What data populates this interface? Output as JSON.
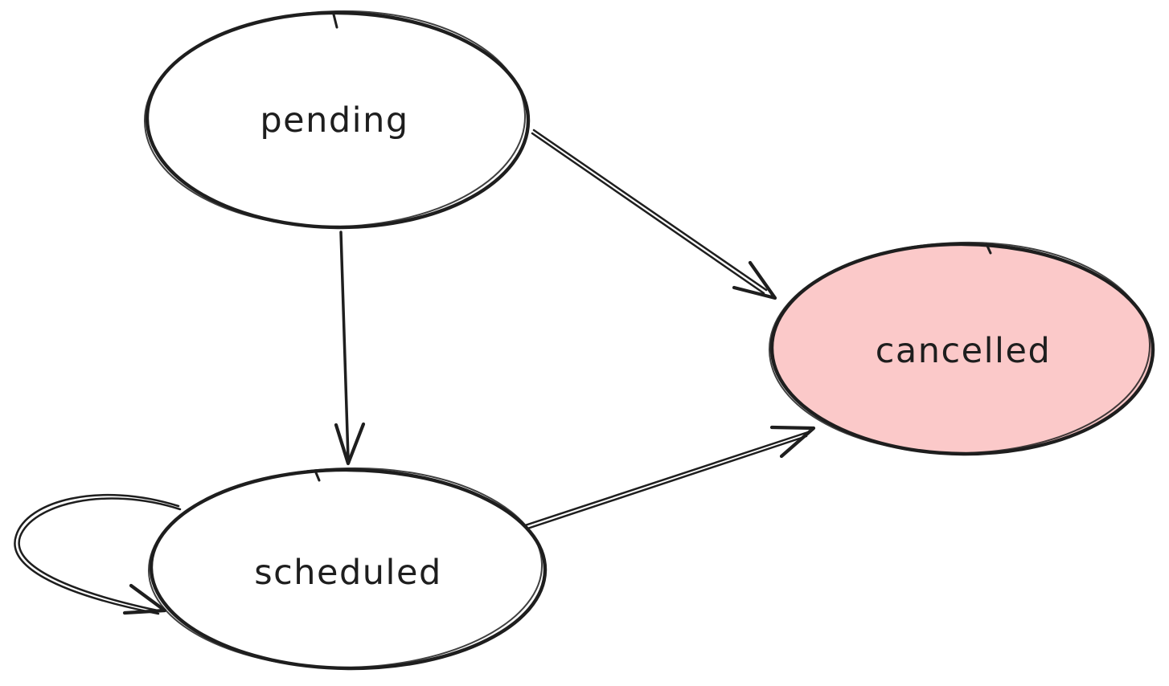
{
  "diagram": {
    "type": "state-diagram",
    "background": "#ffffff",
    "stroke_color": "#1e1e1e",
    "nodes": [
      {
        "id": "pending",
        "label": "pending",
        "fill": "#ffffff"
      },
      {
        "id": "scheduled",
        "label": "scheduled",
        "fill": "#ffffff"
      },
      {
        "id": "cancelled",
        "label": "cancelled",
        "fill": "#fbc9c9"
      }
    ],
    "edges": [
      {
        "from": "pending",
        "to": "cancelled",
        "type": "straight"
      },
      {
        "from": "pending",
        "to": "scheduled",
        "type": "straight"
      },
      {
        "from": "scheduled",
        "to": "cancelled",
        "type": "straight"
      },
      {
        "from": "scheduled",
        "to": "scheduled",
        "type": "self-loop"
      }
    ]
  }
}
